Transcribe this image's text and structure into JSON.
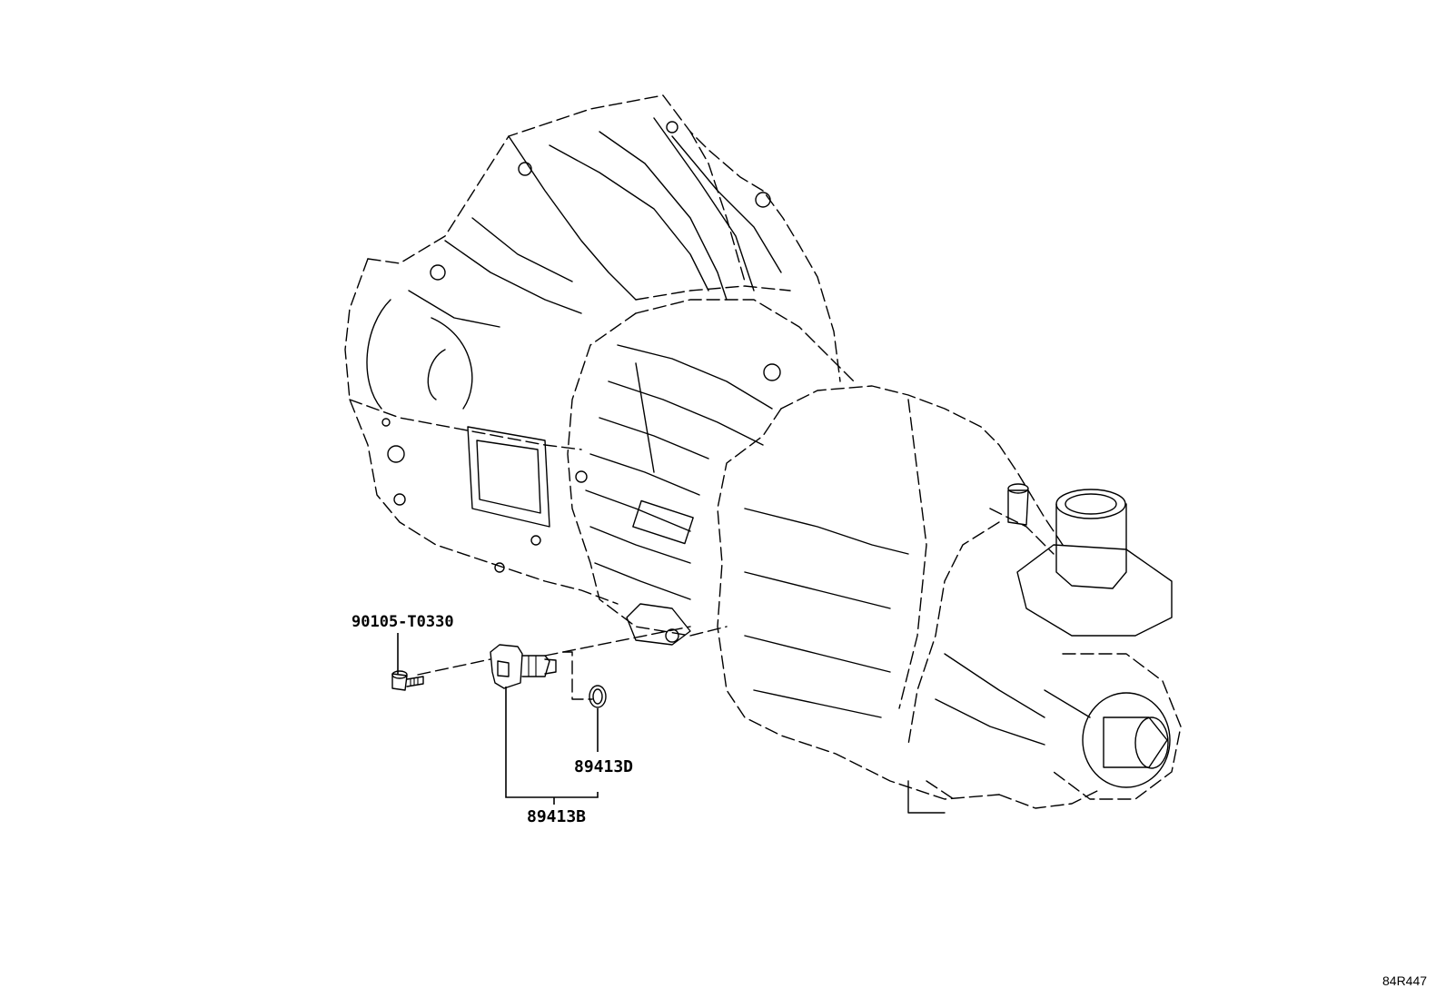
{
  "diagram": {
    "diagram_id": "84R447",
    "callouts": [
      {
        "part_number": "90105-T0330"
      },
      {
        "part_number": "89413D"
      },
      {
        "part_number": "89413B"
      }
    ]
  }
}
